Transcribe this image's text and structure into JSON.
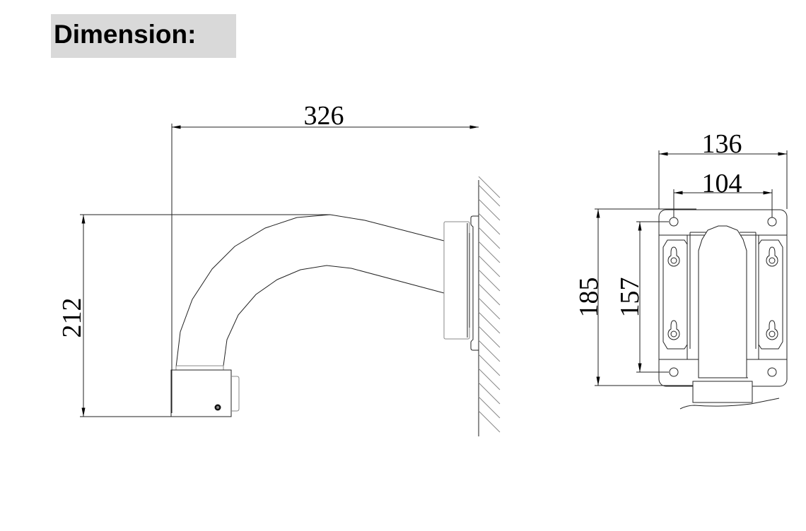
{
  "title": "Dimension:",
  "side_view": {
    "width_label": "326",
    "height_label": "212"
  },
  "front_view": {
    "outer_width_label": "136",
    "hole_width_label": "104",
    "outer_height_label": "185",
    "hole_height_label": "157"
  }
}
